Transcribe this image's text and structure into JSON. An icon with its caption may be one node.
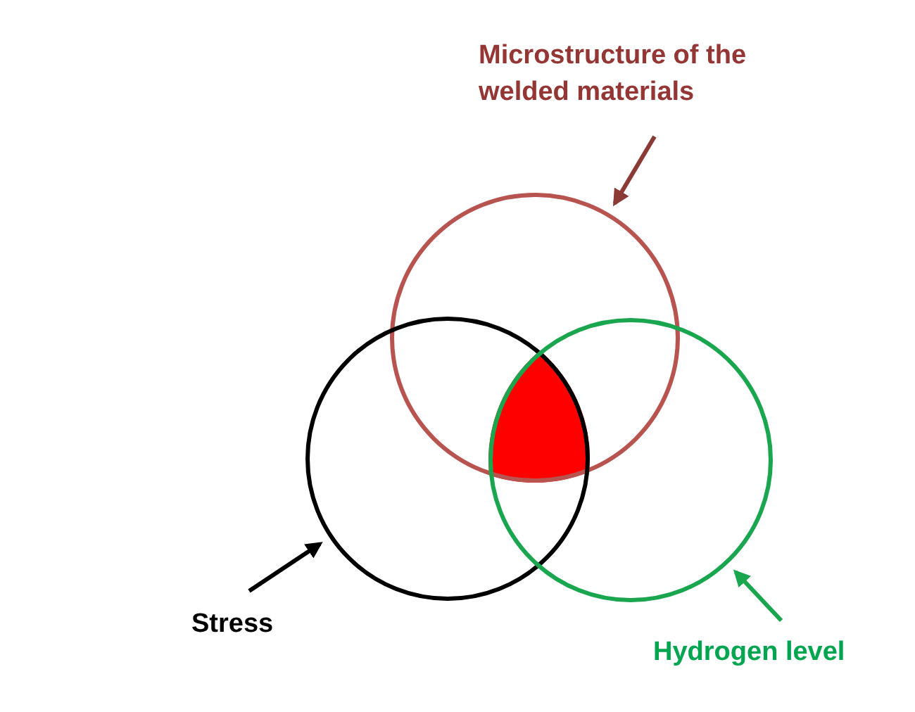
{
  "diagram": {
    "nodes": [
      {
        "text": [
          "Microstructure of the welded materials"
        ]
      },
      {
        "text": [],
        "shape": "circle"
      },
      {
        "text": [
          "Stress"
        ]
      },
      {
        "text": [],
        "shape": "circle"
      },
      {
        "text": [
          "Hydrogen level"
        ]
      },
      {
        "text": [],
        "shape": "circle"
      },
      {
        "text": [],
        "shape": "triangle"
      }
    ],
    "edges": [
      {
        "from": 0,
        "to": 1,
        "arrow": "to",
        "color": "#8b3a36"
      },
      {
        "from": 2,
        "to": 3,
        "arrow": "to",
        "color": "#000000"
      },
      {
        "from": 4,
        "to": 5,
        "arrow": "to",
        "color": "#1aa64f"
      }
    ]
  }
}
